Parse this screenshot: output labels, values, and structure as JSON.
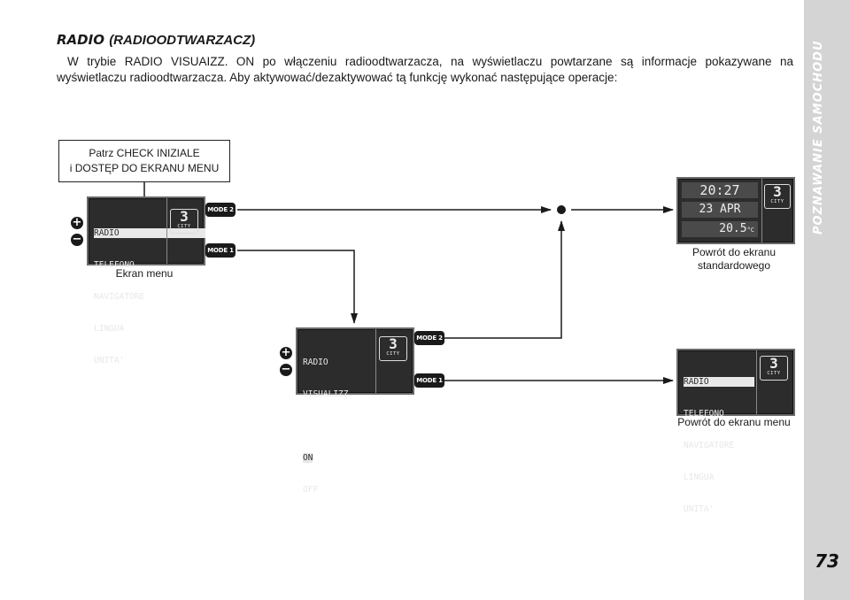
{
  "sidebar": {
    "title": "POZNAWANIE SAMOCHODU",
    "page_number": "73"
  },
  "heading": {
    "bold": "RADIO",
    "rest": "(RADIOODTWARZACZ)"
  },
  "intro": "W trybie RADIO VISUAIZZ. ON po włączeniu radioodtwarzacza, na wyświetlaczu powtarzane są informacje pokazywane na wyświetlaczu radioodtwarzacza. Aby aktywować/dezaktywować tą funkcję wykonać następujące operacje:",
  "check_box": {
    "line1": "Patrz CHECK INIZIALE",
    "line2": "i DOSTĘP DO EKRANU MENU"
  },
  "menu_screen": {
    "items": [
      "RADIO",
      "TELEFONO",
      "NAVIGATORE",
      "LINGUA",
      "UNITA'"
    ],
    "selected": "RADIO",
    "badge_number": "3",
    "badge_label": "CITY",
    "caption": "Ekran menu"
  },
  "radio_screen": {
    "lines": [
      "RADIO",
      "VISUALIZZ."
    ],
    "options": [
      "ON",
      "OFF"
    ],
    "selected": "ON",
    "badge_number": "3",
    "badge_label": "CITY"
  },
  "standard_screen": {
    "time": "20:27",
    "date": "23 APR",
    "temp": "20.5",
    "temp_unit": "°C",
    "badge_number": "3",
    "badge_label": "CITY",
    "caption_line1": "Powrót do ekranu",
    "caption_line2": "standardowego"
  },
  "return_menu_screen": {
    "items": [
      "RADIO",
      "TELEFONO",
      "NAVIGATORE",
      "LINGUA",
      "UNITA'"
    ],
    "selected": "RADIO",
    "badge_number": "3",
    "badge_label": "CITY",
    "caption": "Powrót do ekranu menu"
  },
  "buttons": {
    "mode2": "MODE 2",
    "mode1": "MODE 1",
    "plus": "+",
    "minus": "−"
  }
}
